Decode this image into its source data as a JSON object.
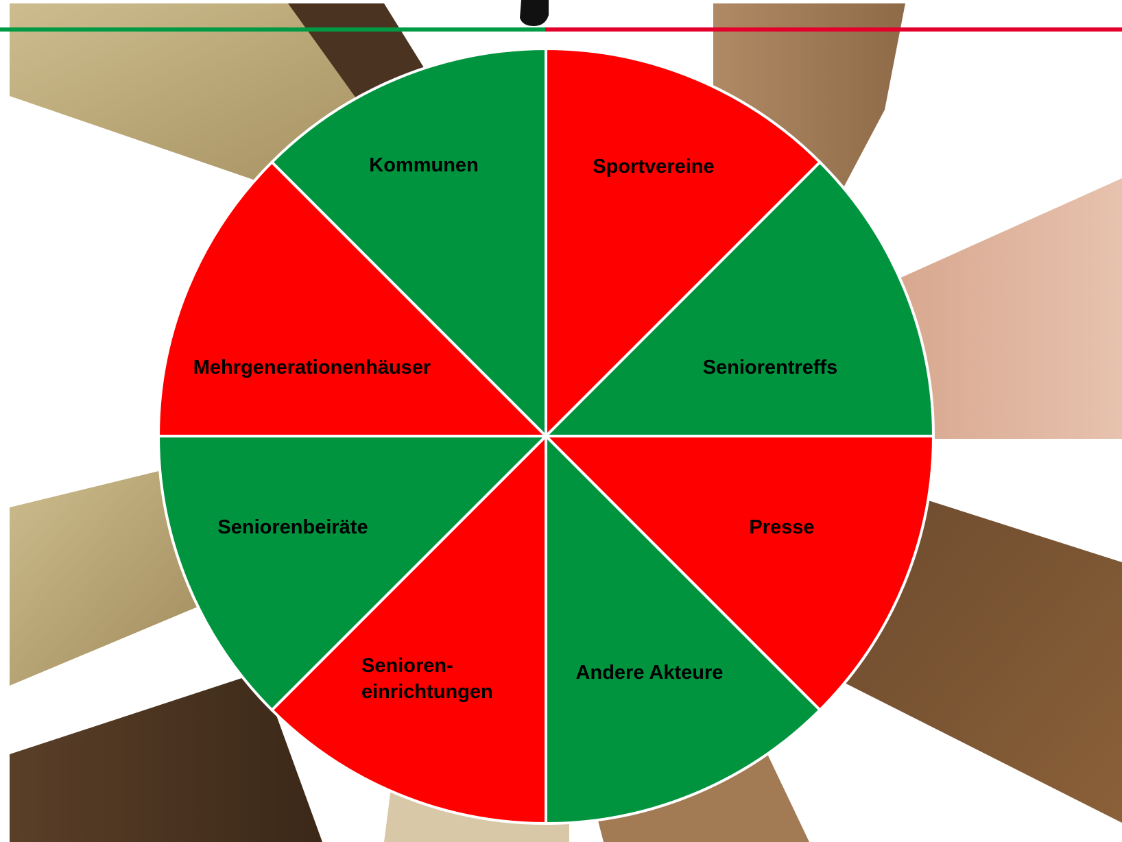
{
  "colors": {
    "green": "#00943F",
    "red": "#FF0000",
    "divider": "#FFFFFF",
    "rule_green": "#009A44",
    "rule_red": "#E3002B",
    "title_text": "#000000"
  },
  "background": {
    "description_icon": "stacked-hands-photo"
  },
  "wheel": {
    "segments": [
      {
        "label": "Sportvereine",
        "color": "red"
      },
      {
        "label": "Seniorentreffs",
        "color": "green"
      },
      {
        "label": "Presse",
        "color": "red"
      },
      {
        "label": "Andere Akteure",
        "color": "green"
      },
      {
        "label": "Senioren-\neinrichtungen",
        "color": "red"
      },
      {
        "label": "Seniorenbeiräte",
        "color": "green"
      },
      {
        "label": "Mehrgenerationenhäuser",
        "color": "red"
      },
      {
        "label": "Kommunen",
        "color": "green"
      }
    ]
  }
}
